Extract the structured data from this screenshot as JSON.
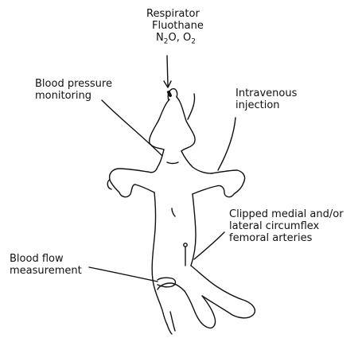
{
  "labels": {
    "respirator": {
      "line1": "Respirator",
      "line2": "Fluothane",
      "line3_prefix": "N",
      "line3_sub1": "2",
      "line3_mid": "O, O",
      "line3_sub2": "2"
    },
    "blood_pressure": {
      "line1": "Blood pressure",
      "line2": "monitoring"
    },
    "intravenous": {
      "line1": "Intravenous",
      "line2": "injection"
    },
    "clipped_arteries": {
      "line1": "Clipped medial and/or",
      "line2": "lateral circumflex",
      "line3": "femoral arteries"
    },
    "blood_flow": {
      "line1": "Blood flow",
      "line2": "measurement"
    }
  },
  "colors": {
    "ink": "#111111",
    "background": "#ffffff"
  }
}
